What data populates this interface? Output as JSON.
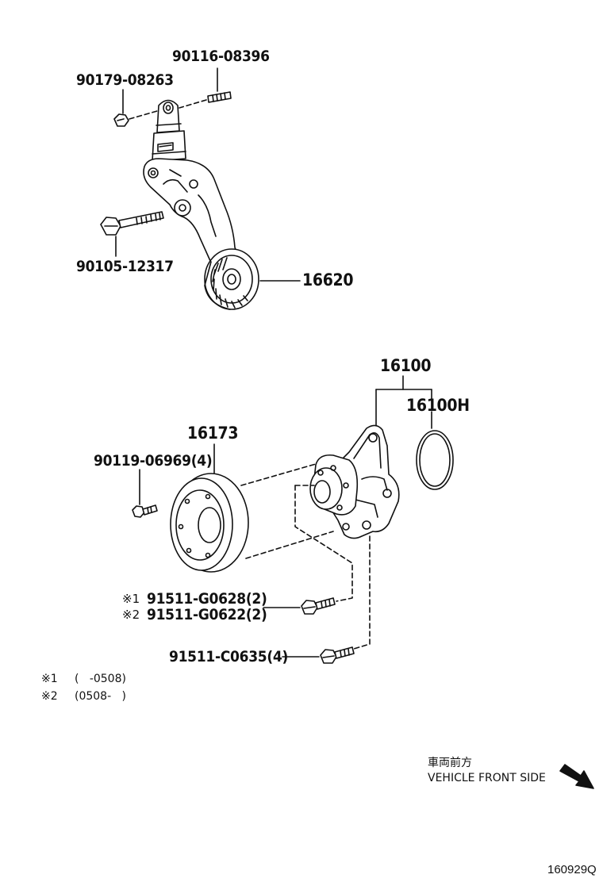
{
  "parts": {
    "tensioner_stud": "90116-08396",
    "tensioner_nut": "90179-08263",
    "tensioner_bolt": "90105-12317",
    "idler_pulley": "16620",
    "water_pump": "16100",
    "pump_gasket": "16100H",
    "pump_pulley": "16173",
    "pulley_bolt": "90119-06969(4)",
    "pump_bolt_a": "91511-G0628(2)",
    "pump_bolt_b": "91511-G0622(2)",
    "pump_bolt_c": "91511-C0635(4)"
  },
  "marks": {
    "m1": "※1",
    "m2": "※2"
  },
  "notes": {
    "n1_mark": "※1",
    "n1_range": "(   -0508)",
    "n2_mark": "※2",
    "n2_range": "(0508-   )"
  },
  "front": {
    "jp": "車両前方",
    "en": "VEHICLE FRONT SIDE"
  },
  "figure_code": "160929Q",
  "colors": {
    "line": "#111111",
    "background": "#ffffff"
  }
}
